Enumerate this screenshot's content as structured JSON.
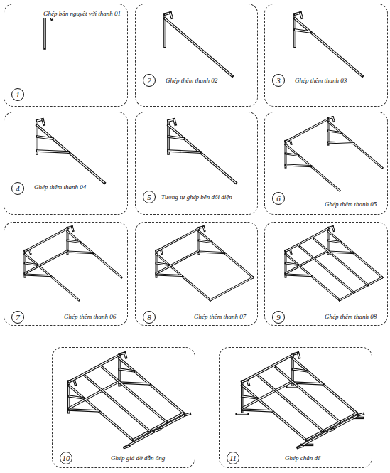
{
  "diagram": {
    "nodes": [
      {
        "text": [
          "Ghép bản nguyệt với thanh 01"
        ]
      },
      {
        "text": [
          "1"
        ],
        "in": 0
      },
      {
        "text": [
          "Ghép thêm thanh 02"
        ]
      },
      {
        "text": [
          "2"
        ],
        "in": 2
      },
      {
        "text": [
          "Ghép thêm thanh 03"
        ]
      },
      {
        "text": [
          "3"
        ],
        "in": 4
      },
      {
        "text": [
          "Ghép thêm thanh 04"
        ]
      },
      {
        "text": [
          "4"
        ],
        "in": 6
      },
      {
        "text": [
          "Tương tự ghép bên đối diện"
        ]
      },
      {
        "text": [
          "5"
        ],
        "in": 8
      },
      {
        "text": [
          "Ghép thêm thanh 05"
        ]
      },
      {
        "text": [
          "6"
        ],
        "in": 10
      },
      {
        "text": [
          "Ghép thêm thanh 06"
        ]
      },
      {
        "text": [
          "7"
        ],
        "in": 12
      },
      {
        "text": [
          "Ghép thêm thanh 07"
        ]
      },
      {
        "text": [
          "8"
        ],
        "in": 14
      },
      {
        "text": [
          "Ghép thêm thanh 08"
        ]
      },
      {
        "text": [
          "9"
        ],
        "in": 16
      },
      {
        "text": [
          "Ghép giá đỡ dẫn ống"
        ]
      },
      {
        "text": [
          "10"
        ],
        "in": 18
      },
      {
        "text": [
          "Ghép chân đế"
        ]
      },
      {
        "text": [
          "11"
        ],
        "in": 20
      }
    ]
  }
}
